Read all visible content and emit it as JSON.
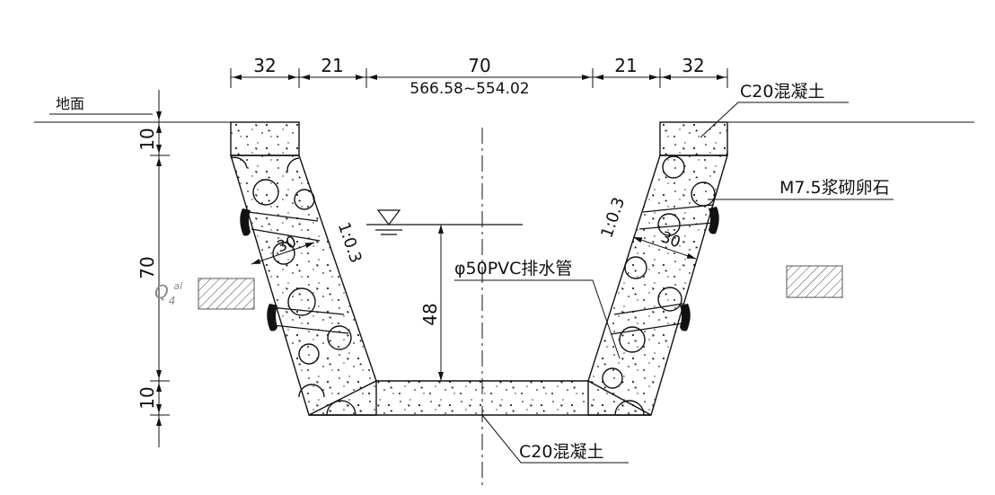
{
  "dimensions": {
    "top_left_1": "32",
    "top_left_2": "21",
    "top_center": "70",
    "top_center_range": "566.58~554.02",
    "top_right_2": "21",
    "top_right_1": "32",
    "left_top": "10",
    "left_middle": "70",
    "left_bottom": "10",
    "water_depth": "48"
  },
  "labels": {
    "ground": "地面",
    "top_concrete": "C20混凝土",
    "masonry": "M7.5浆砌卵石",
    "drain_pipe": "φ50PVC排水管",
    "bottom_concrete": "C20混凝土",
    "left_slope": "1:0.3",
    "right_slope": "1:0.3",
    "left_thickness": "30",
    "right_thickness": "30",
    "soil_symbol": "Q",
    "soil_sub": "4",
    "soil_sup": "al"
  }
}
